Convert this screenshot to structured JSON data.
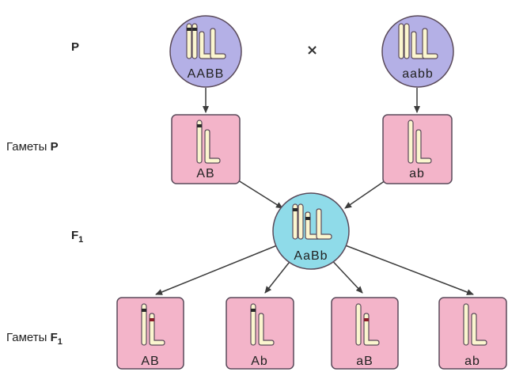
{
  "labels": {
    "parents": "P",
    "gametes_p_word": "Гаметы",
    "gametes_p_letter": "P",
    "f1_letter": "F",
    "f1_sub": "1",
    "gametes_f1_word": "Гаметы",
    "gametes_f1_letter": "F",
    "gametes_f1_sub": "1",
    "cross_symbol": "×"
  },
  "nodes": {
    "parent_left": "AABB",
    "parent_right": "aabb",
    "gamete_p_left": "AB",
    "gamete_p_right": "ab",
    "f1": "AaBb",
    "gamete_f1_1": "AB",
    "gamete_f1_2": "Ab",
    "gamete_f1_3": "aB",
    "gamete_f1_4": "ab"
  },
  "colors": {
    "parent_circle": "#b4b0e6",
    "f1_circle": "#8fdbe9",
    "gamete_box": "#f3b4c9",
    "chromosome": "#fbf6cf",
    "outline": "#5a4a5a",
    "arrow": "#3c3c3c"
  }
}
